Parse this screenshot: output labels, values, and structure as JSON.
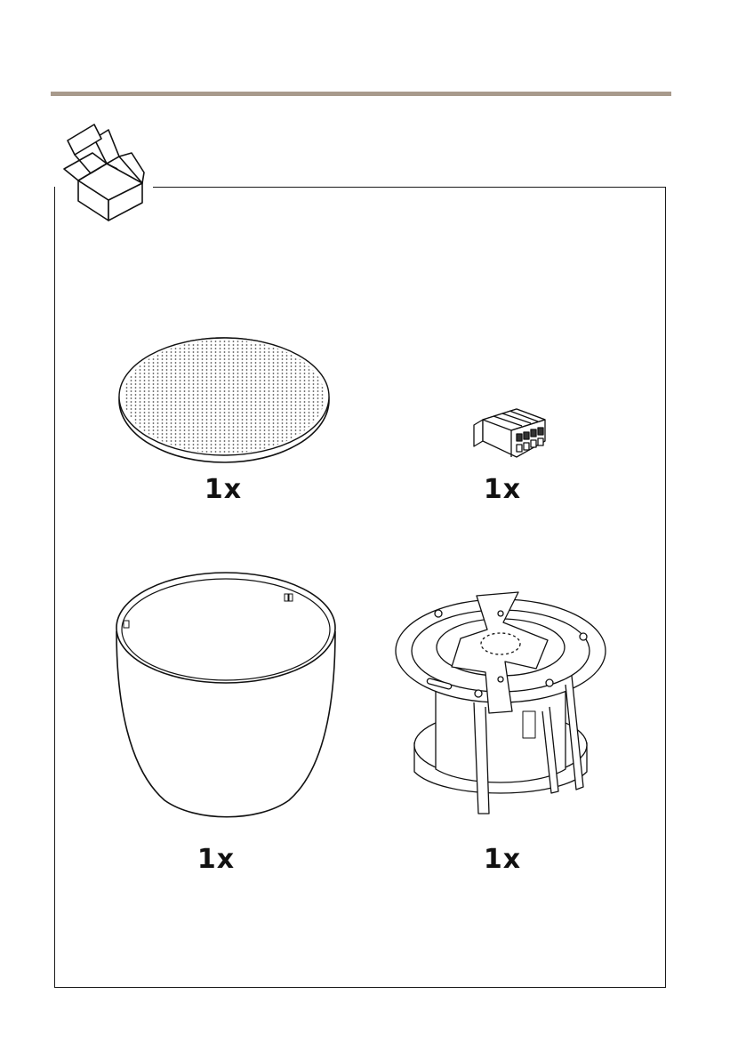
{
  "page": {
    "rule_color": "#a89a8c"
  },
  "icons": {
    "header": "open-box-icon"
  },
  "items": [
    {
      "name": "speaker-grille",
      "icon": "grille-icon",
      "quantity": "1x"
    },
    {
      "name": "terminal-connector",
      "icon": "connector-icon",
      "quantity": "1x"
    },
    {
      "name": "back-can",
      "icon": "back-can-icon",
      "quantity": "1x"
    },
    {
      "name": "speaker-unit",
      "icon": "speaker-unit-icon",
      "quantity": "1x"
    }
  ]
}
